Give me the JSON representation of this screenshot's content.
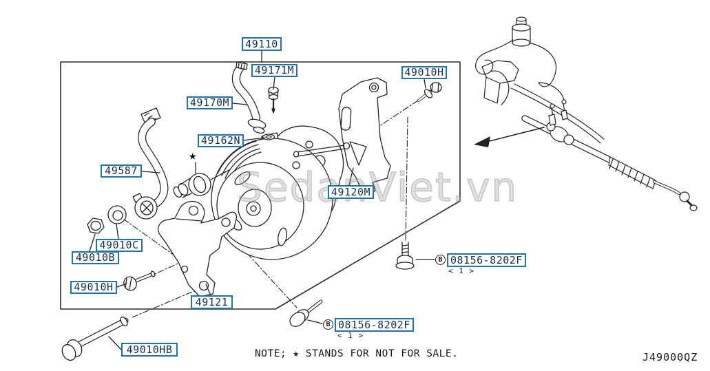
{
  "page": {
    "watermark": "SedanViet.vn",
    "diagram_code": "J49000QZ",
    "note": "NOTE; ★ STANDS FOR NOT FOR SALE.",
    "star_symbol": "★"
  },
  "colors": {
    "label_border": "#2173a3",
    "label_text": "#13304c",
    "line_art": "#222222",
    "watermark_gray": "#a8a8a8"
  },
  "labels": [
    {
      "id": "49110",
      "text": "49110"
    },
    {
      "id": "49171M",
      "text": "49171M"
    },
    {
      "id": "49170M",
      "text": "49170M"
    },
    {
      "id": "49162N",
      "text": "49162N"
    },
    {
      "id": "49010H-top",
      "text": "49010H"
    },
    {
      "id": "49587",
      "text": "49587"
    },
    {
      "id": "49120M",
      "text": "49120M"
    },
    {
      "id": "49010C",
      "text": "49010C"
    },
    {
      "id": "49010B",
      "text": "49010B"
    },
    {
      "id": "49010H-bottom",
      "text": "49010H"
    },
    {
      "id": "49121",
      "text": "49121"
    },
    {
      "id": "49010HB",
      "text": "49010HB"
    }
  ],
  "bolt_specs": [
    {
      "prefix": "B",
      "part_number": "08156-8202F",
      "quantity": "< 1 >"
    },
    {
      "prefix": "B",
      "part_number": "08156-8202F",
      "quantity": "< 1 >"
    }
  ]
}
